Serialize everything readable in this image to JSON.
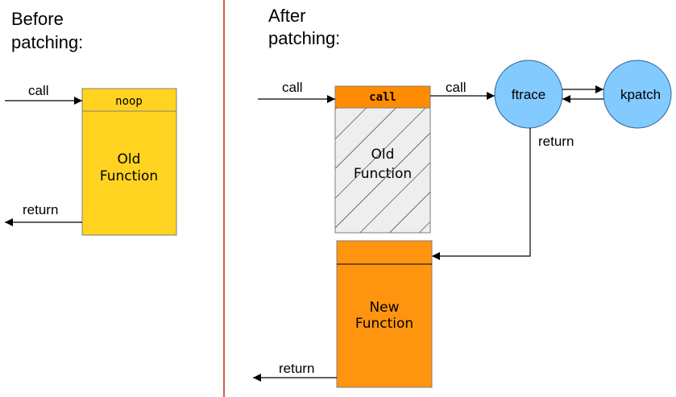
{
  "before": {
    "heading_line1": "Before",
    "heading_line2": "patching:",
    "call_label": "call",
    "return_label": "return",
    "noop_label": "noop",
    "function_line1": "Old",
    "function_line2": "Function"
  },
  "after": {
    "heading_line1": "After",
    "heading_line2": "patching:",
    "call_label": "call",
    "call_box_label": "call",
    "call_to_ftrace_label": "call",
    "old_function_line1": "Old",
    "old_function_line2": "Function",
    "ftrace_label": "ftrace",
    "kpatch_label": "kpatch",
    "ftrace_return_label": "return",
    "new_function_line1": "New",
    "new_function_line2": "Function",
    "return_label": "return"
  },
  "colors": {
    "old_function_fill": "#ffd320",
    "call_header_fill": "#ff8c00",
    "new_function_fill": "#ff950e",
    "hatched_fill": "#eeeeee",
    "circle_fill": "#83caff",
    "circle_stroke": "#2a6099",
    "divider": "#c9211e"
  }
}
